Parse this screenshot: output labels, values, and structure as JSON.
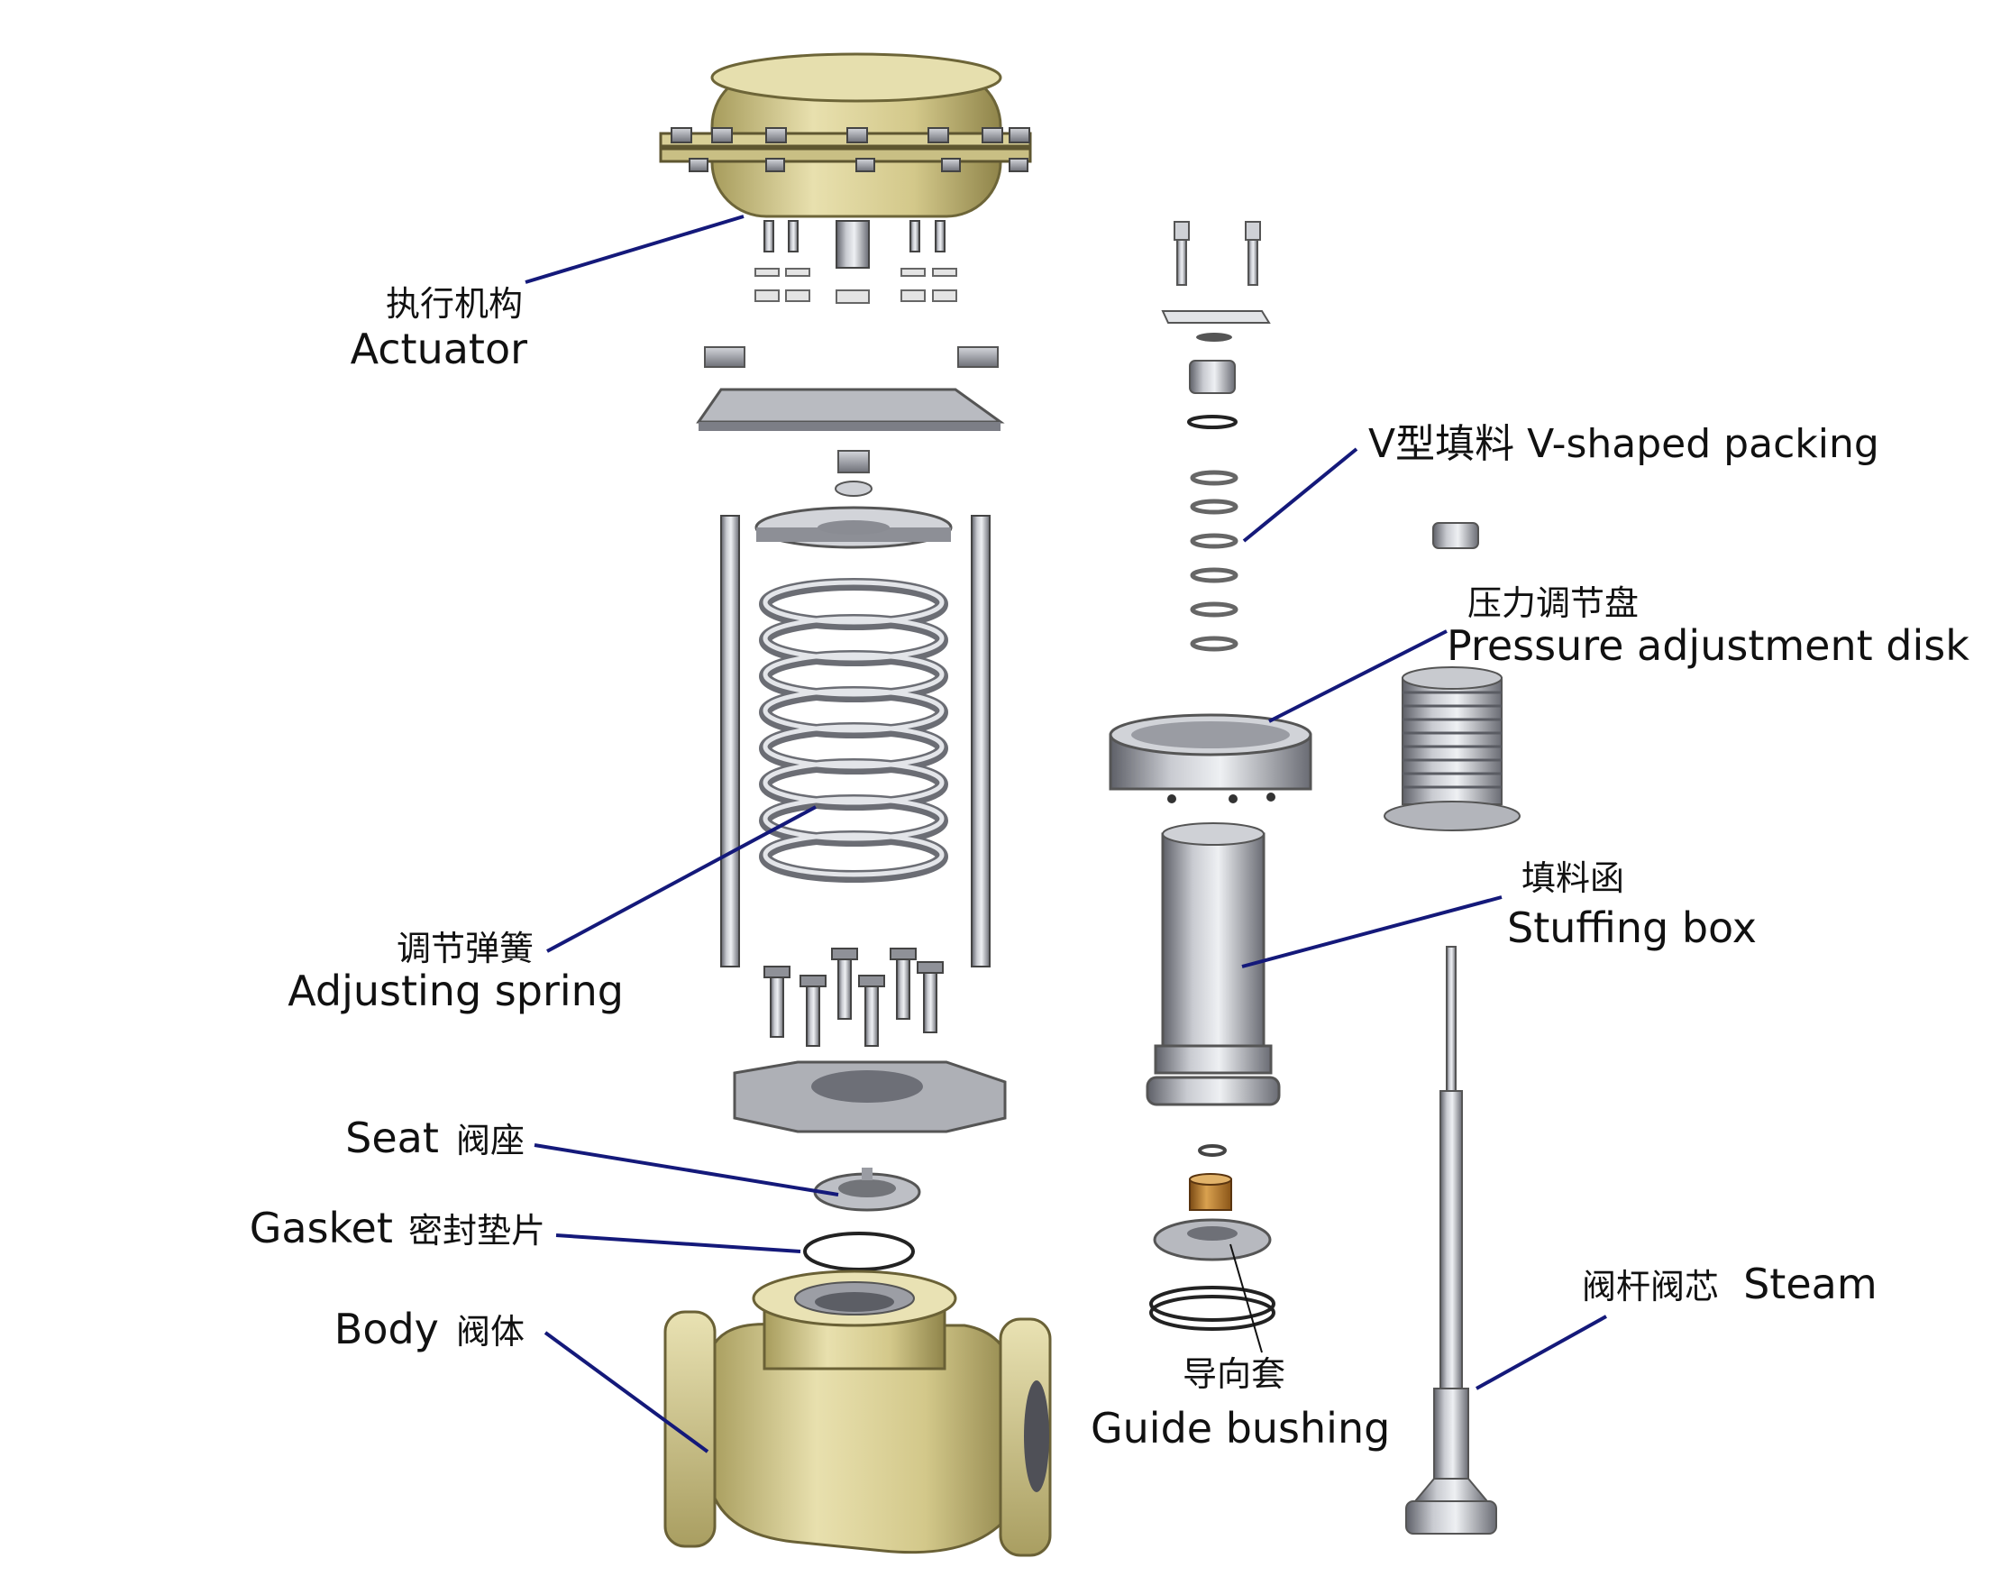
{
  "labels": {
    "actuator": {
      "cn": "执行机构",
      "en": "Actuator"
    },
    "v_packing": {
      "text": "V型填料 V-shaped packing"
    },
    "pressure_disk": {
      "cn": "压力调节盘",
      "en": "Pressure adjustment disk"
    },
    "stuffing_box": {
      "cn": "填料函",
      "en": "Stuffing box"
    },
    "adjusting_spring": {
      "cn": "调节弹簧",
      "en": "Adjusting spring"
    },
    "seat": {
      "en": "Seat",
      "cn": "阀座"
    },
    "gasket": {
      "en": "Gasket",
      "cn": "密封垫片"
    },
    "body": {
      "en": "Body",
      "cn": "阀体"
    },
    "stem": {
      "cn": "阀杆阀芯",
      "en": "Steam"
    },
    "guide_bushing": {
      "cn": "导向套",
      "en": "Guide bushing"
    }
  },
  "colors": {
    "leader_line": "#14197a",
    "brass": "#d6cc8e",
    "steel": "#9a9ca3",
    "copper": "#b8782a"
  }
}
